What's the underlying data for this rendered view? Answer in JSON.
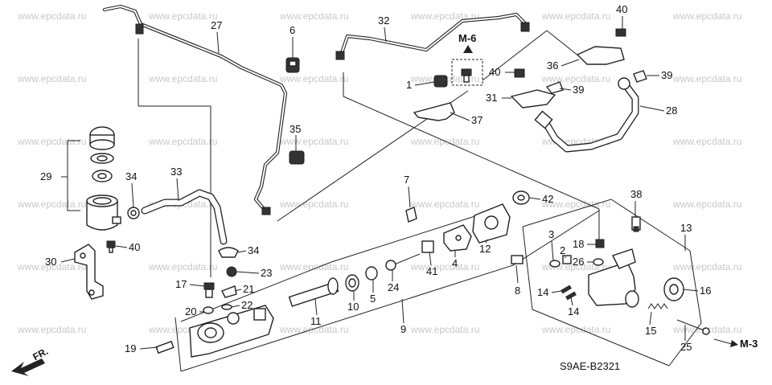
{
  "watermark": "www.epcdata.ru",
  "diagram_code": "S9AE-B2321",
  "refs": {
    "m6": "M-6",
    "m3": "M-3",
    "fr": "FR."
  },
  "labels": {
    "p1": "1",
    "p2": "2",
    "p3": "3",
    "p4": "4",
    "p5": "5",
    "p6": "6",
    "p7": "7",
    "p8": "8",
    "p9": "9",
    "p10": "10",
    "p11": "11",
    "p12": "12",
    "p13": "13",
    "p14a": "14",
    "p14b": "14",
    "p15": "15",
    "p16": "16",
    "p17": "17",
    "p18": "18",
    "p19": "19",
    "p20": "20",
    "p21": "21",
    "p22": "22",
    "p23": "23",
    "p24": "24",
    "p25": "25",
    "p26": "26",
    "p27": "27",
    "p28": "28",
    "p29": "29",
    "p30": "30",
    "p31": "31",
    "p32": "32",
    "p33": "33",
    "p34a": "34",
    "p34b": "34",
    "p35": "35",
    "p36": "36",
    "p37": "37",
    "p38": "38",
    "p39a": "39",
    "p39b": "39",
    "p40a": "40",
    "p40b": "40",
    "p40c": "40",
    "p41": "41",
    "p42": "42"
  }
}
